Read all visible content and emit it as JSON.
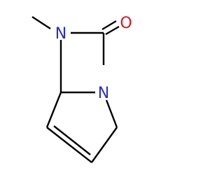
{
  "molecule": {
    "atoms": {
      "n_methyl": {
        "symbol": "N",
        "color": "#2a2ad6"
      },
      "n_bridge": {
        "symbol": "N",
        "color": "#2a2ad6"
      },
      "o_carbonyl": {
        "symbol": "O",
        "color": "#e0141a"
      }
    },
    "bond_color": "#000000"
  }
}
